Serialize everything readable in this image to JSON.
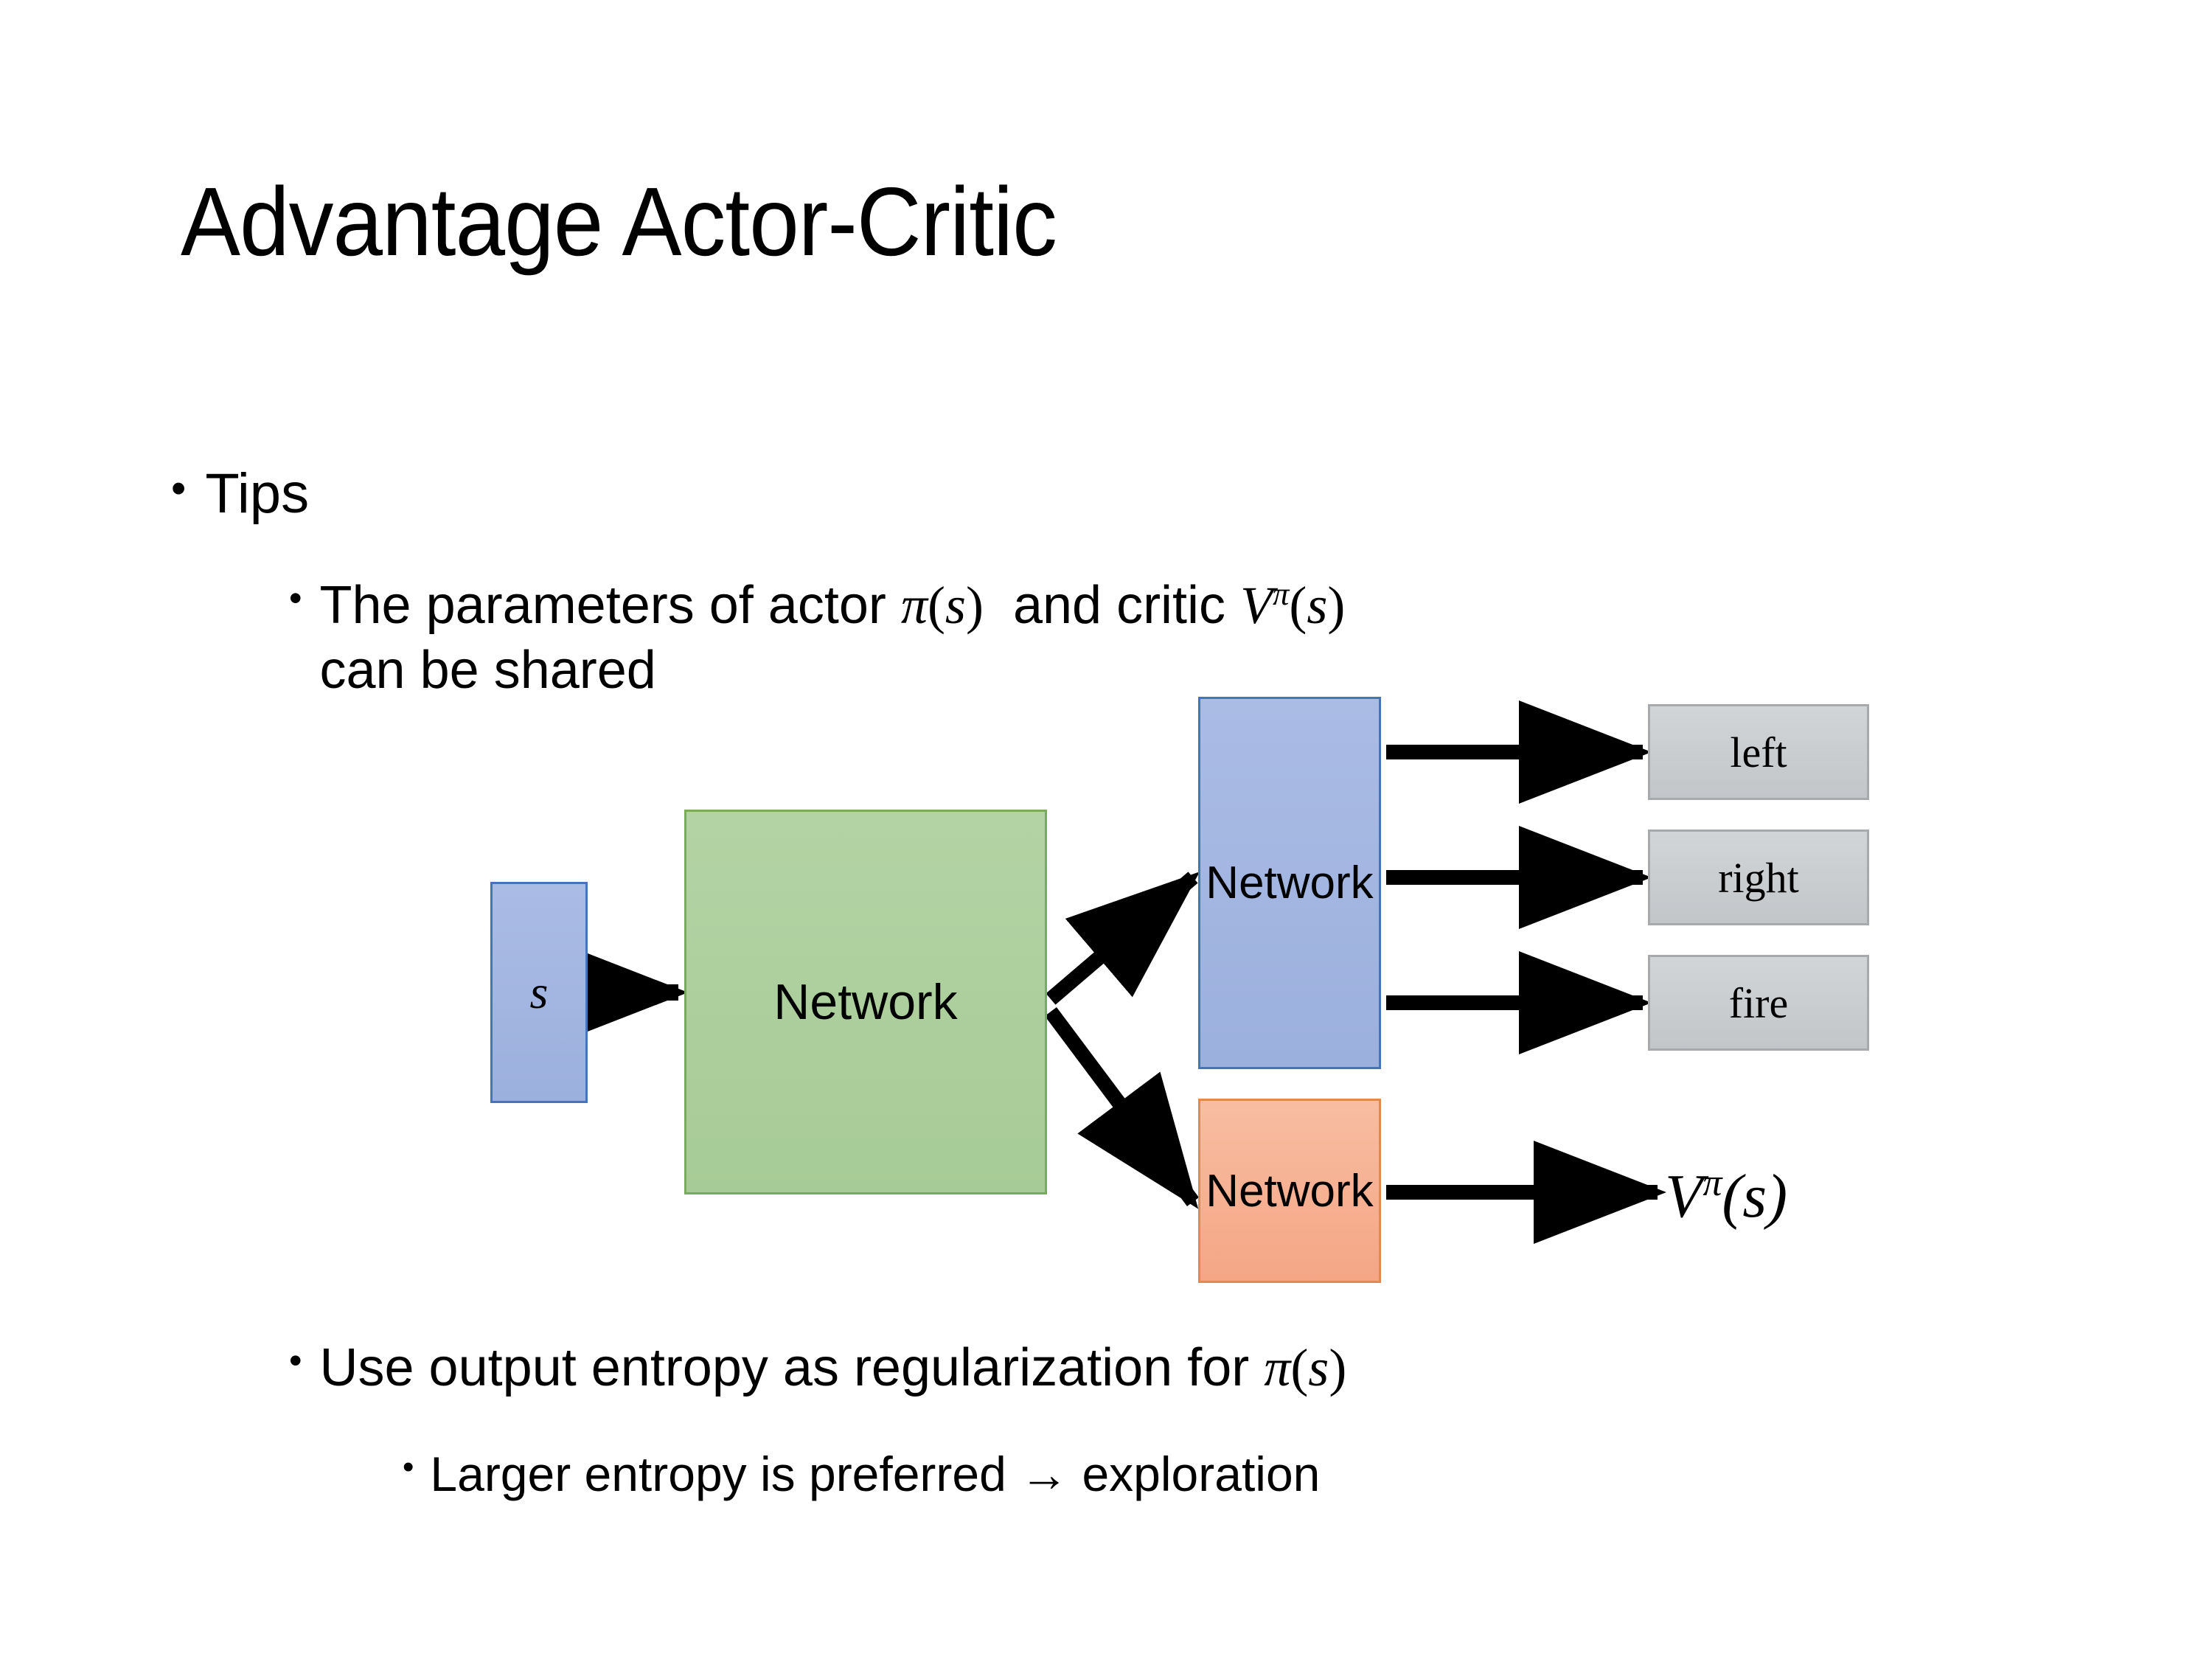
{
  "slide": {
    "title": "Advantage Actor-Critic",
    "background": "#ffffff"
  },
  "bullets": {
    "tips": {
      "marker": "•",
      "text": "Tips"
    },
    "parameters": {
      "marker": "•",
      "text_before_pi": "The parameters of actor ",
      "pi_of_s": "π(s)",
      "text_between": "  and critic ",
      "v_pi_of_s": "Vπ(s)",
      "text_after": "can be shared"
    },
    "entropy": {
      "marker": "•",
      "text_before": "Use output entropy as regularization for ",
      "pi_of_s": "π(s)"
    },
    "larger_entropy": {
      "marker": "•",
      "text": "Larger entropy is preferred → exploration"
    }
  },
  "diagram": {
    "state_box": {
      "label": "s",
      "fill": "#a3b5e0",
      "border": "#4a72b8"
    },
    "shared_network": {
      "label": "Network",
      "fill": "#afcf9d",
      "border": "#78ab5d"
    },
    "actor_network": {
      "label": "Network",
      "fill": "#a3b5e0",
      "border": "#4a72b8"
    },
    "critic_network": {
      "label": "Network",
      "fill": "#f4b293",
      "border": "#e08a50"
    },
    "action_outputs": [
      {
        "label": "left",
        "fill": "#c8cbcd",
        "border": "#a6aaad"
      },
      {
        "label": "right",
        "fill": "#c8cbcd",
        "border": "#a6aaad"
      },
      {
        "label": "fire",
        "fill": "#c8cbcd",
        "border": "#a6aaad"
      }
    ],
    "value_output": {
      "base": "V",
      "superscript": "π",
      "argument": "(s)"
    },
    "arrow_color": "#000000",
    "arrows": [
      {
        "name": "state-to-shared",
        "from": "state_box",
        "to": "shared_network"
      },
      {
        "name": "shared-to-actor",
        "from": "shared_network",
        "to": "actor_network"
      },
      {
        "name": "shared-to-critic",
        "from": "shared_network",
        "to": "critic_network"
      },
      {
        "name": "actor-to-left",
        "from": "actor_network",
        "to": "left"
      },
      {
        "name": "actor-to-right",
        "from": "actor_network",
        "to": "right"
      },
      {
        "name": "actor-to-fire",
        "from": "actor_network",
        "to": "fire"
      },
      {
        "name": "critic-to-value",
        "from": "critic_network",
        "to": "value_output"
      }
    ]
  }
}
